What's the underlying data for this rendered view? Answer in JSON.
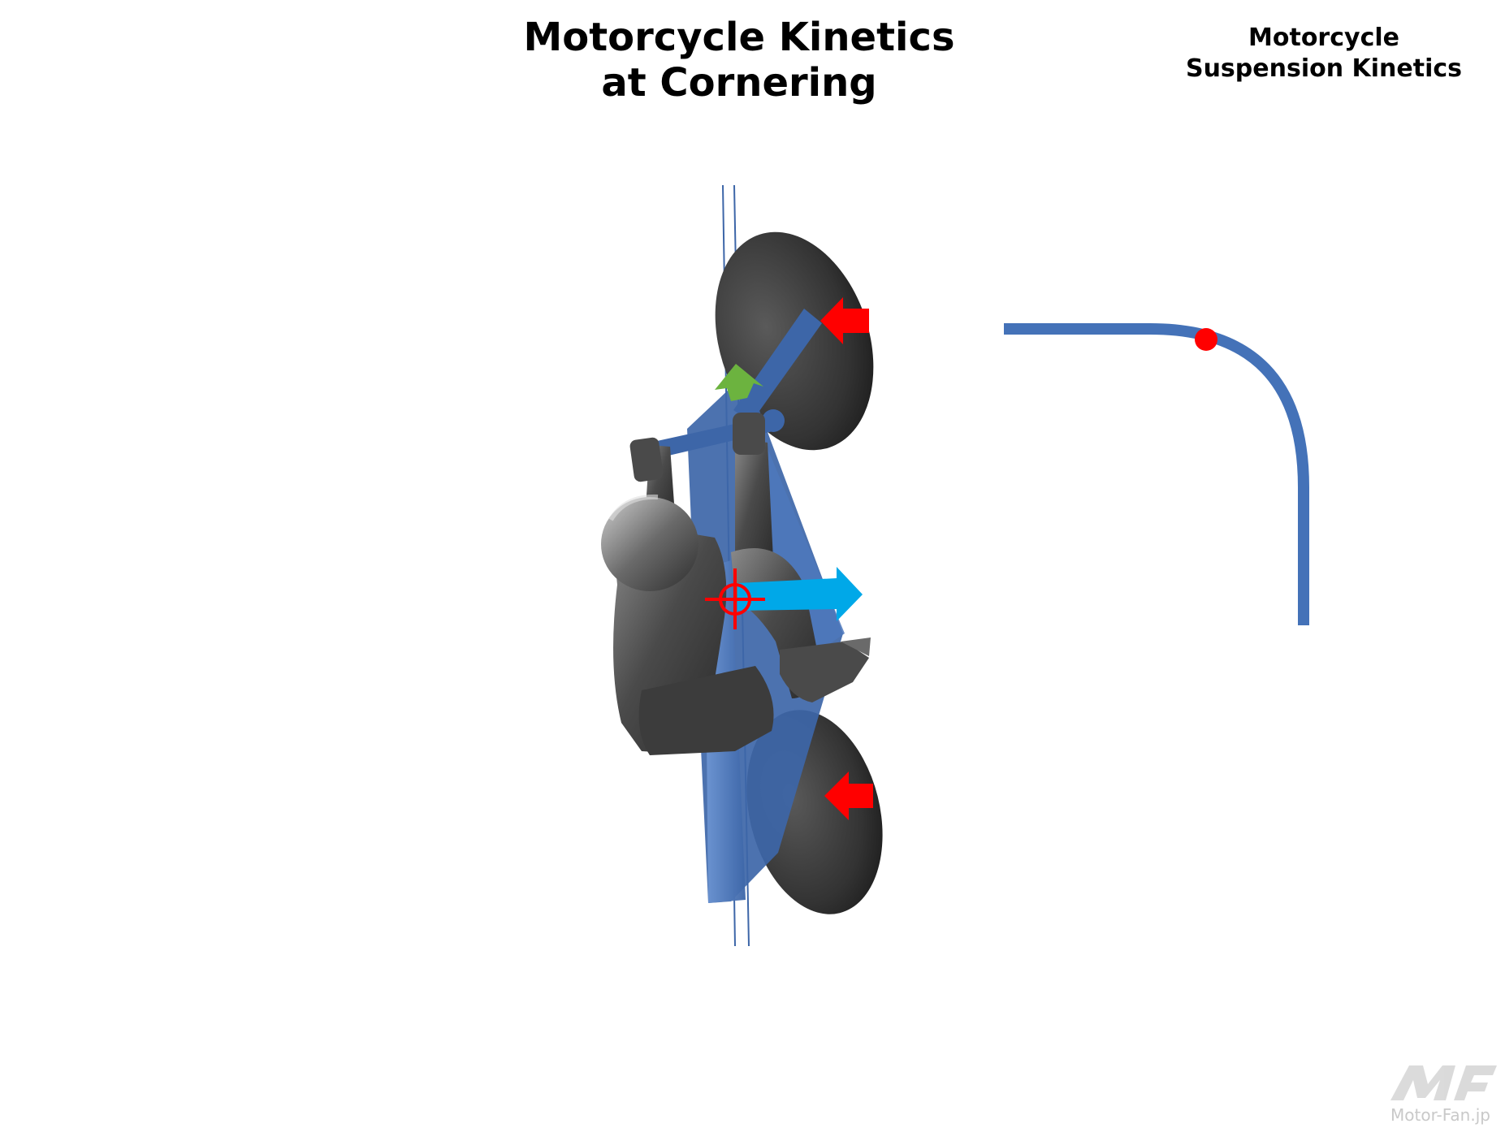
{
  "title": {
    "line1": "Motorcycle Kinetics",
    "line2": "at Cornering"
  },
  "side_title": {
    "line1": "Motorcycle",
    "line2": "Suspension Kinetics"
  },
  "watermark": {
    "logo_letters": "MF",
    "site": "Motor-Fan.jp"
  },
  "colors": {
    "frame_blue": "#3d66a8",
    "track_blue": "#4472b8",
    "force_red": "#ff0000",
    "centrifugal_cyan": "#00a8e8",
    "steer_green": "#6cb33f",
    "tire_dark": "#3a3a3a",
    "rider_gray": "#555555",
    "position_marker": "#ff0000"
  },
  "icons": {
    "front_tire_force": "red-arrow-left-icon",
    "rear_tire_force": "red-arrow-left-icon",
    "centrifugal_force": "cyan-arrow-right-icon",
    "steering_direction": "green-arrow-up-icon",
    "center_of_gravity": "crosshair-icon",
    "track_position": "red-dot-icon"
  }
}
